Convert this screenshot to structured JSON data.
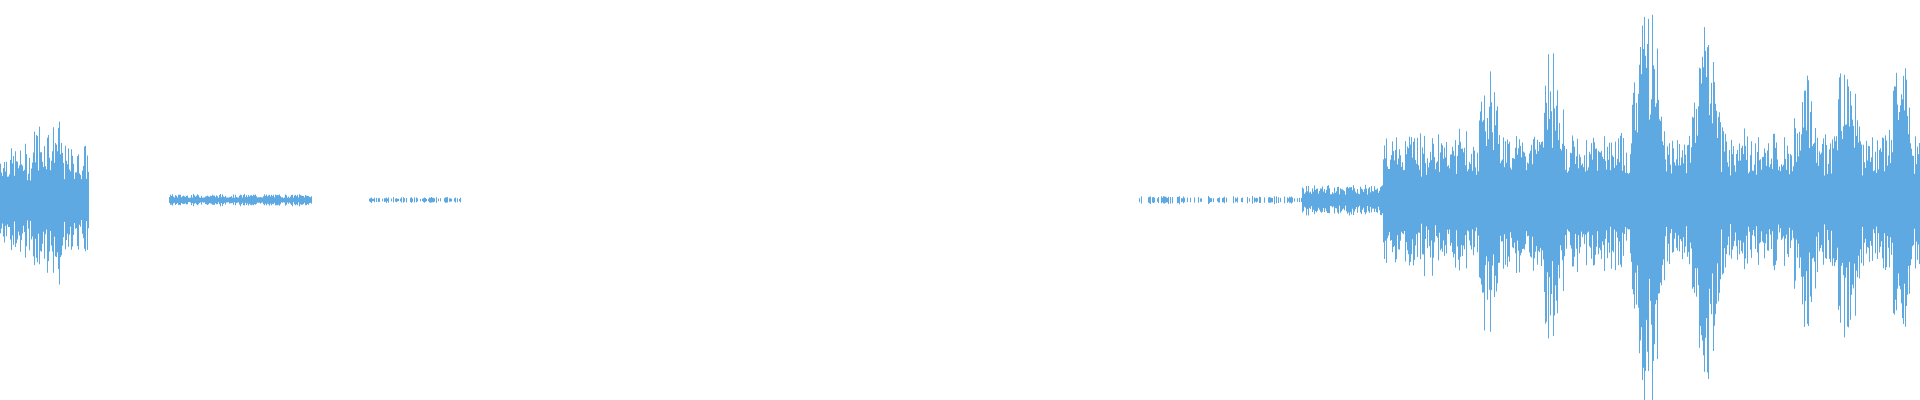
{
  "waveform": {
    "color": "#5ea9e1",
    "background": "#ffffff",
    "samples_per_segment": "envelope",
    "segments": [
      {
        "name": "intro-burst",
        "start": 0.0,
        "end": 0.046,
        "amplitude": 0.11
      },
      {
        "name": "intro-peak",
        "start": 0.017,
        "end": 0.032,
        "amplitude": 0.16
      },
      {
        "name": "faint-tail-1",
        "start": 0.088,
        "end": 0.162,
        "amplitude": 0.012
      },
      {
        "name": "faint-dots",
        "start": 0.192,
        "end": 0.24,
        "amplitude": 0.006
      },
      {
        "name": "thin-line",
        "start": 0.592,
        "end": 0.678,
        "amplitude": 0.008
      },
      {
        "name": "rise",
        "start": 0.678,
        "end": 0.72,
        "amplitude": 0.03
      },
      {
        "name": "main-body",
        "start": 0.72,
        "end": 1.0,
        "amplitude": 0.14
      }
    ],
    "peaks": [
      {
        "position": 0.776,
        "amplitude": 0.28
      },
      {
        "position": 0.808,
        "amplitude": 0.3
      },
      {
        "position": 0.858,
        "amplitude": 0.46
      },
      {
        "position": 0.888,
        "amplitude": 0.38
      },
      {
        "position": 0.94,
        "amplitude": 0.27
      },
      {
        "position": 0.962,
        "amplitude": 0.31
      },
      {
        "position": 0.99,
        "amplitude": 0.28
      }
    ]
  }
}
